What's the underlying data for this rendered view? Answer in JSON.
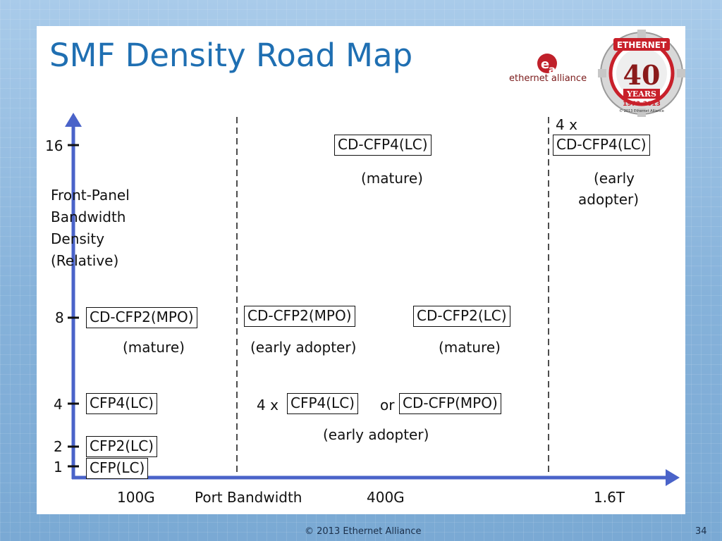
{
  "slide": {
    "title": "SMF Density Road Map",
    "footer": "© 2013 Ethernet Alliance",
    "page_number": "34"
  },
  "logos": {
    "ethernet_alliance_text": "ethernet alliance",
    "ethernet_alliance_mark": "ea",
    "anniversary_top": "ETHERNET",
    "anniversary_number": "40",
    "anniversary_years": "YEARS",
    "anniversary_range": "1973-2013",
    "anniversary_copyright": "© 2013 Ethernet Alliance"
  },
  "y_axis": {
    "label_lines": [
      "Front-Panel",
      "Bandwidth",
      "Density",
      "(Relative)"
    ],
    "ticks": [
      "16",
      "8",
      "4",
      "2",
      "1"
    ]
  },
  "x_axis": {
    "label": "Port Bandwidth",
    "ticks": [
      "100G",
      "400G",
      "1.6T"
    ]
  },
  "column_100g": {
    "row8_box": "CD-CFP2(MPO)",
    "row8_note": "(mature)",
    "row4_box": "CFP4(LC)",
    "row2_box": "CFP2(LC)",
    "row1_box": "CFP(LC)"
  },
  "column_400g": {
    "row16_box": "CD-CFP4(LC)",
    "row16_note": "(mature)",
    "row8_box_a": "CD-CFP2(MPO)",
    "row8_note_a": "(early adopter)",
    "row8_box_b": "CD-CFP2(LC)",
    "row8_note_b": "(mature)",
    "row4_prefix": "4 x",
    "row4_box_a": "CFP4(LC)",
    "row4_or": "or",
    "row4_box_b": "CD-CFP(MPO)",
    "row4_note": "(early adopter)"
  },
  "column_1_6t": {
    "row16_prefix": "4 x",
    "row16_box": "CD-CFP4(LC)",
    "row16_note_lines": [
      "(early",
      "adopter)"
    ]
  },
  "colors": {
    "title": "#1f6fb2",
    "axis": "#4a63c9",
    "background": "#8bb6dd"
  }
}
